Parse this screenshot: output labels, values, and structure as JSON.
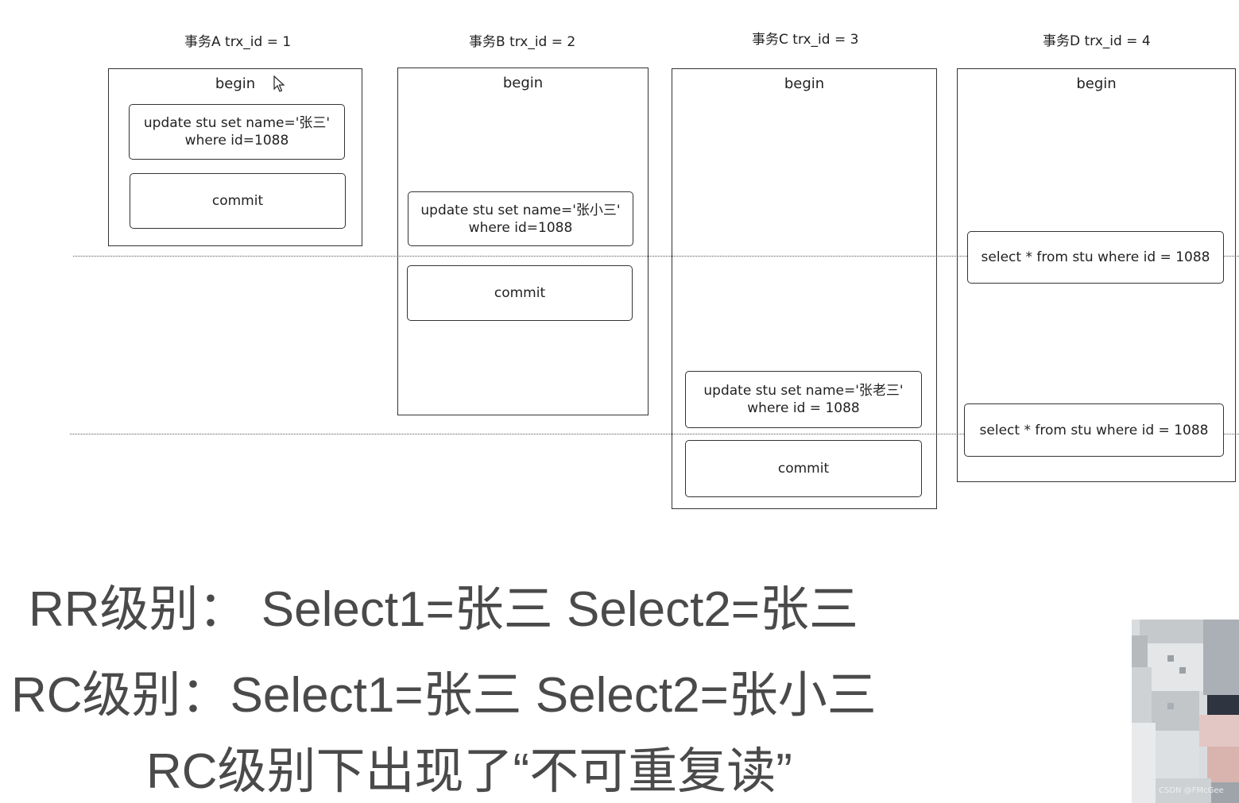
{
  "transactions": [
    {
      "title": "事务A trx_id = 1",
      "begin": "begin",
      "update": [
        "update stu set name='张三'",
        "where id=1088"
      ],
      "commit": "commit"
    },
    {
      "title": "事务B trx_id = 2",
      "begin": "begin",
      "update": [
        "update stu set name='张小三'",
        "where id=1088"
      ],
      "commit": "commit"
    },
    {
      "title": "事务C trx_id = 3",
      "begin": "begin",
      "update": [
        "update stu set name='张老三'",
        "where id = 1088"
      ],
      "commit": "commit"
    },
    {
      "title": "事务D trx_id = 4",
      "begin": "begin",
      "select1": "select * from stu where id = 1088",
      "select2": "select * from stu where id = 1088"
    }
  ],
  "conclusions": {
    "rr": "RR级别：  Select1=张三 Select2=张三",
    "rc": "RC级别：Select1=张三 Select2=张小三",
    "note": "RC级别下出现了“不可重复读”"
  },
  "watermark": "CSDN @FMcGee",
  "colors": {
    "border": "#333333",
    "text": "#222222",
    "bigText": "#4a4a4a",
    "dotted": "#555555"
  }
}
